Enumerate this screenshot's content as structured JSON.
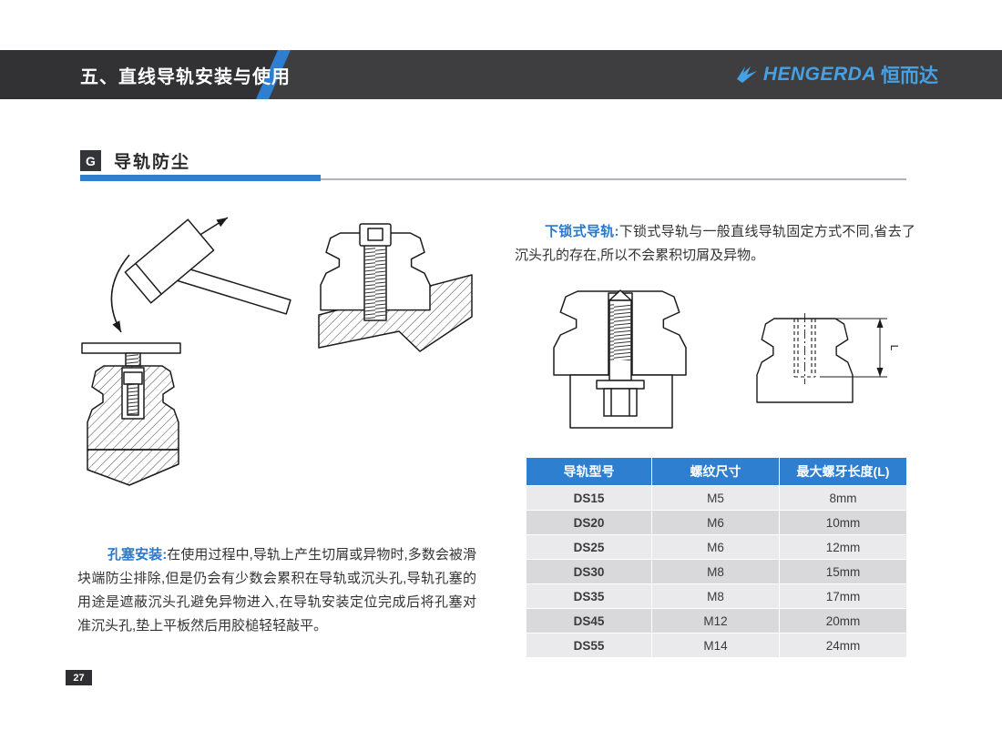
{
  "header": {
    "title": "五、直线导轨安装与使用",
    "logo": {
      "icon": "fish-z-mark",
      "en": "HENGERDA",
      "cn": "恒而达"
    }
  },
  "section": {
    "badge": "G",
    "title": "导轨防尘"
  },
  "paragraphs": {
    "lock_rail": {
      "label": "下锁式导轨:",
      "text": "下锁式导轨与一般直线导轨固定方式不同,省去了沉头孔的存在,所以不会累积切屑及异物。"
    },
    "plug_install": {
      "label": "孔塞安装:",
      "text": "在使用过程中,导轨上产生切屑或异物时,多数会被滑块端防尘排除,但是仍会有少数会累积在导轨或沉头孔,导轨孔塞的用途是遮蔽沉头孔避免异物进入,在导轨安装定位完成后将孔塞对准沉头孔,垫上平板然后用胶槌轻轻敲平。"
    }
  },
  "table": {
    "headers": [
      "导轨型号",
      "螺纹尺寸",
      "最大螺牙长度(L)"
    ],
    "rows": [
      [
        "DS15",
        "M5",
        "8mm"
      ],
      [
        "DS20",
        "M6",
        "10mm"
      ],
      [
        "DS25",
        "M6",
        "12mm"
      ],
      [
        "DS30",
        "M8",
        "15mm"
      ],
      [
        "DS35",
        "M8",
        "17mm"
      ],
      [
        "DS45",
        "M12",
        "20mm"
      ],
      [
        "DS55",
        "M14",
        "24mm"
      ]
    ]
  },
  "diagram": {
    "dimension_label": "L"
  },
  "page": {
    "number": "27"
  },
  "colors": {
    "accent_blue": "#2e7fd0",
    "logo_blue": "#46a0e4",
    "band_dark": "#3e3e40",
    "table_header_blue": "#2e7fd0",
    "row_light": "#eaeaec",
    "row_dark": "#d9d9dc"
  }
}
